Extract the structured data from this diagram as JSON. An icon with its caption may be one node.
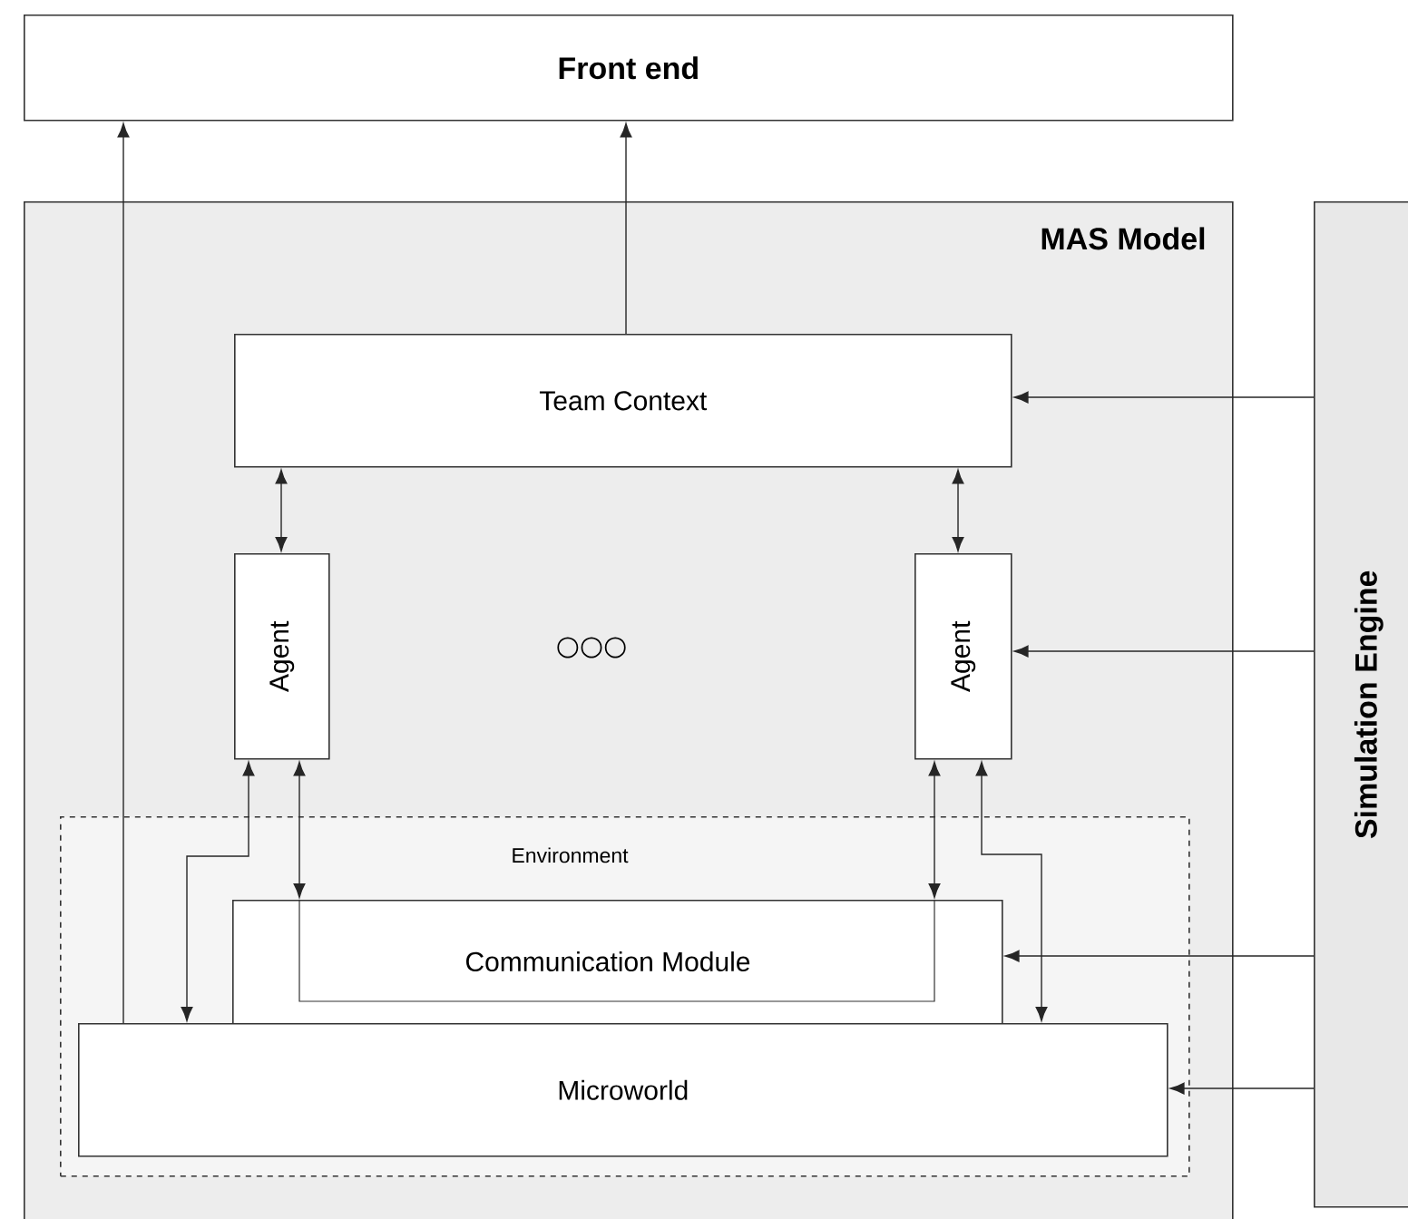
{
  "diagram": {
    "nodes": [
      {
        "text": [
          "Front end"
        ]
      },
      {
        "text": [
          "MAS Model"
        ]
      },
      {
        "text": [
          "Simulation Engine"
        ]
      },
      {
        "text": [
          "Team Context"
        ],
        "in": 1
      },
      {
        "text": [
          "Agent"
        ],
        "in": 1
      },
      {
        "text": [
          "Agent"
        ],
        "in": 1
      },
      {
        "text": [
          "Environment"
        ],
        "in": 1
      },
      {
        "text": [
          "Communication Module"
        ],
        "in": 6
      },
      {
        "text": [
          "Microworld"
        ],
        "in": 6
      }
    ],
    "edges": [
      {
        "from": 3,
        "to": 0,
        "arrow": "to"
      },
      {
        "from": 8,
        "to": 0,
        "arrow": "to"
      },
      {
        "from": 3,
        "to": 4,
        "arrow": "both"
      },
      {
        "from": 3,
        "to": 5,
        "arrow": "both"
      },
      {
        "from": 4,
        "to": 8,
        "arrow": "both"
      },
      {
        "from": 4,
        "to": 7,
        "arrow": "both"
      },
      {
        "from": 5,
        "to": 7,
        "arrow": "both"
      },
      {
        "from": 5,
        "to": 8,
        "arrow": "both"
      },
      {
        "from": 2,
        "to": 3,
        "arrow": "to"
      },
      {
        "from": 2,
        "to": 5,
        "arrow": "to"
      },
      {
        "from": 2,
        "to": 7,
        "arrow": "to"
      },
      {
        "from": 2,
        "to": 8,
        "arrow": "to"
      }
    ],
    "labels": [
      "○○○"
    ]
  }
}
